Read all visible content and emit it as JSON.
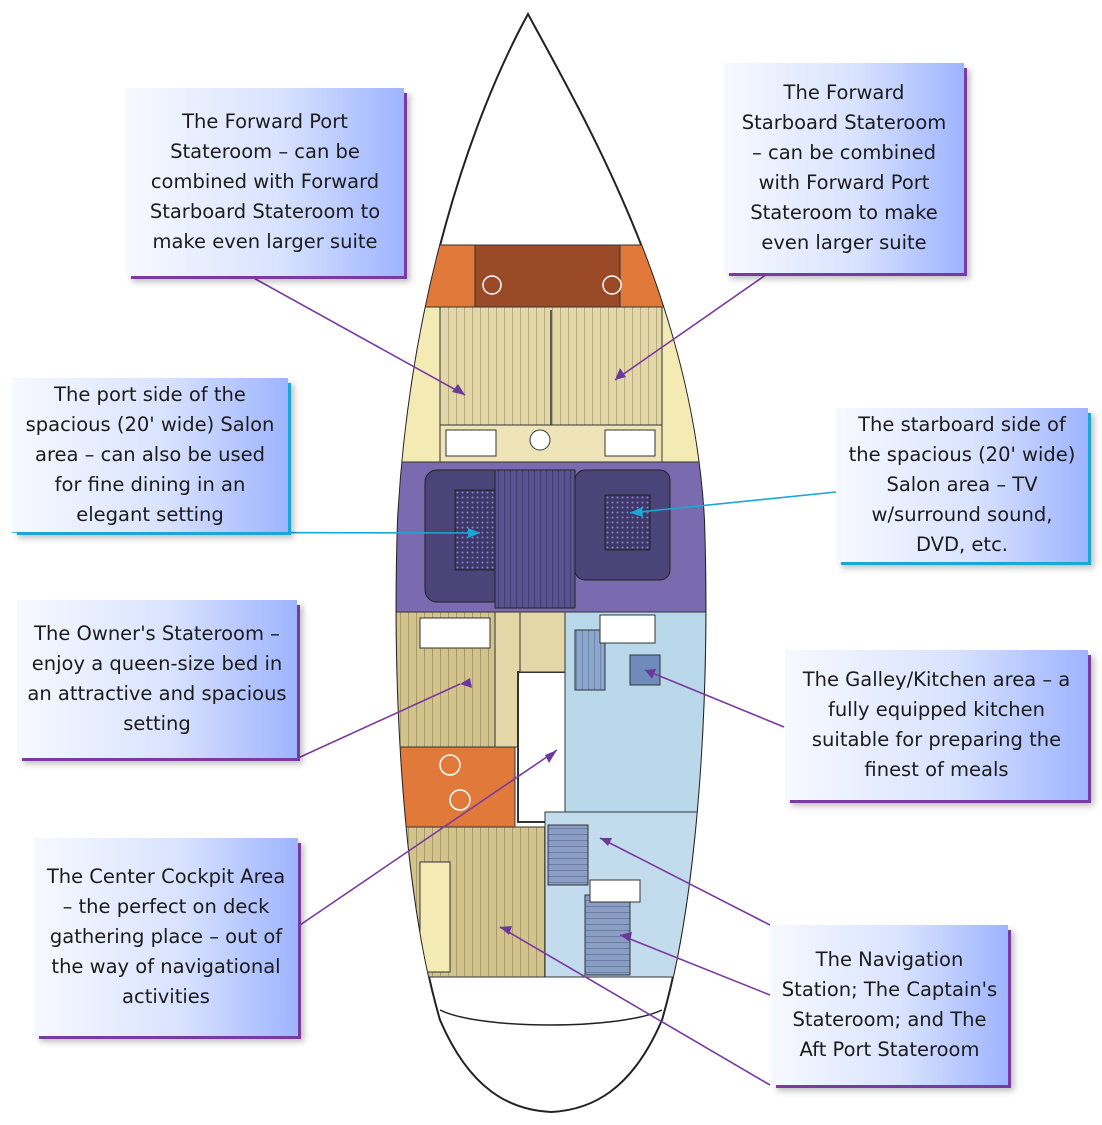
{
  "callouts": {
    "forward_port": "The Forward Port Stateroom – can be combined with Forward Starboard Stateroom to make even larger suite",
    "forward_starboard": "The Forward Starboard Stateroom – can be combined with Forward Port Stateroom to make even larger suite",
    "salon_port": "The port side of the spacious (20' wide) Salon area – can also be used for fine dining in an elegant setting",
    "salon_starboard": "The starboard side of the spacious (20' wide) Salon area – TV w/surround sound, DVD, etc.",
    "owners_stateroom": "The Owner's Stateroom – enjoy a queen-size bed in an attractive and spacious setting",
    "galley": "The Galley/Kitchen area – a fully equipped kitchen suitable for preparing the finest of meals",
    "center_cockpit": "The Center Cockpit Area – the perfect on deck gathering place – out of the way of navigational activities",
    "navigation": "The Navigation Station; The Captain's Stateroom; and The Aft Port Stateroom"
  },
  "colors": {
    "forward_stateroom": "#e3d7a8",
    "head_orange": "#e0793a",
    "head_brown": "#9b4a28",
    "salon": "#7a6bb0",
    "salon_dark": "#4b4478",
    "galley": "#b9d8ea",
    "owners": "#d6c793",
    "cockpit": "#ffffff",
    "nav": "#c2dced",
    "sole_nav": "#8a9ec4",
    "hull_outline": "#222222",
    "leader_purple": "#7a3aa0",
    "leader_cyan": "#1aa6d6"
  }
}
